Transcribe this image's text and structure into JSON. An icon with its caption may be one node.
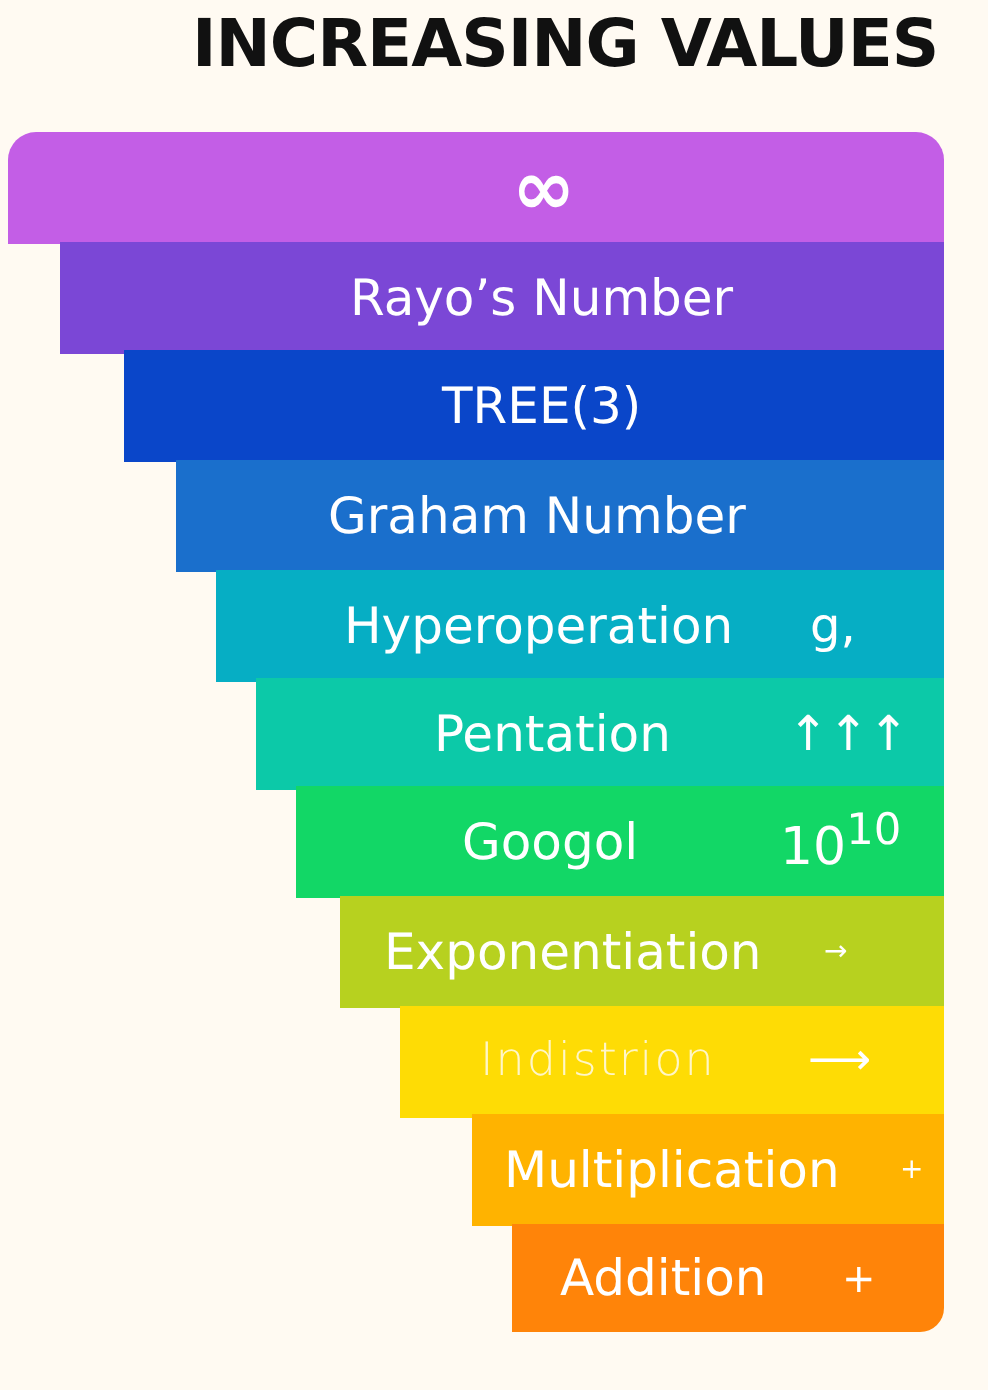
{
  "diagram": {
    "title": "INCREASING VALUES",
    "nodes": [
      {
        "text": [
          "∞"
        ]
      },
      {
        "text": [
          "Rayo’s Number"
        ]
      },
      {
        "text": [
          "TREE(3)"
        ]
      },
      {
        "text": [
          "Graham Number"
        ]
      },
      {
        "text": [
          "Hyperoperation",
          "g,"
        ]
      },
      {
        "text": [
          "Pentation",
          "↑↑↑"
        ]
      },
      {
        "text": [
          "Googol",
          "10$^{10}$"
        ]
      },
      {
        "text": [
          "Exponentiation",
          "→"
        ]
      },
      {
        "text": [
          "Indistrion",
          "⟶"
        ]
      },
      {
        "text": [
          "Multiplication",
          "+"
        ]
      },
      {
        "text": [
          "Addition",
          "+"
        ]
      }
    ]
  }
}
